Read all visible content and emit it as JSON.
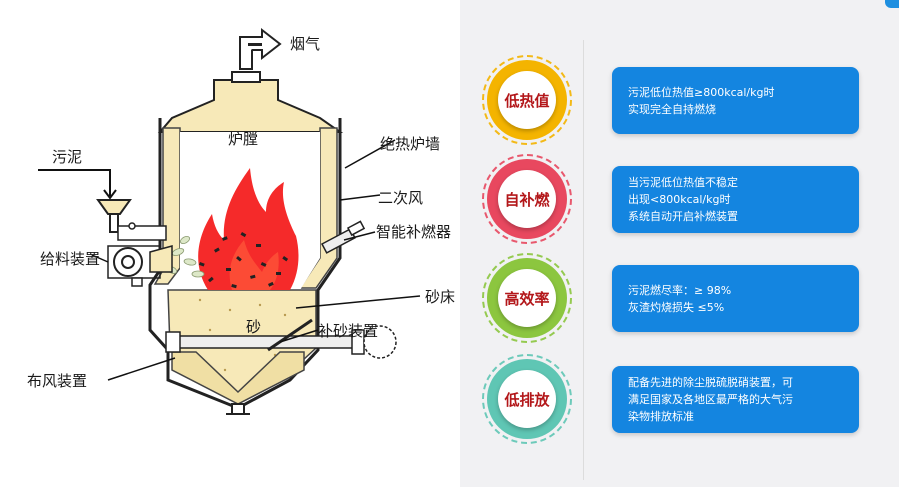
{
  "diagram": {
    "labels": {
      "flue_gas": "烟气",
      "furnace_chamber": "炉膛",
      "insulated_wall": "绝热炉墙",
      "sludge": "污泥",
      "secondary_air": "二次风",
      "smart_burner": "智能补燃器",
      "feeder": "给料装置",
      "sand_bed": "砂床",
      "sand": "砂",
      "sand_replenish": "补砂装置",
      "air_distributor": "布风装置"
    }
  },
  "features": [
    {
      "title": "低热值",
      "ring_color": "#f4b400",
      "lines": [
        "污泥低位热值≥800kcal/kg时",
        "实现完全自持燃烧"
      ]
    },
    {
      "title": "自补燃",
      "ring_color": "#e8485f",
      "lines": [
        "当污泥低位热值不稳定",
        "出现<800kcal/kg时",
        "系统自动开启补燃装置"
      ]
    },
    {
      "title": "高效率",
      "ring_color": "#8cc63f",
      "lines": [
        "污泥燃尽率：≥ 98%",
        "灰渣灼烧损失 ≤5%"
      ]
    },
    {
      "title": "低排放",
      "ring_color": "#5fc6b4",
      "lines": [
        "配备先进的除尘脱硫脱硝装置，可",
        "满足国家及各地区最严格的大气污",
        "染物排放标准"
      ]
    }
  ],
  "colors": {
    "card_bg": "#1485e0",
    "badge_text": "#b3171a",
    "flame": "#f52a2a",
    "insulation": "#f7e9b8"
  }
}
